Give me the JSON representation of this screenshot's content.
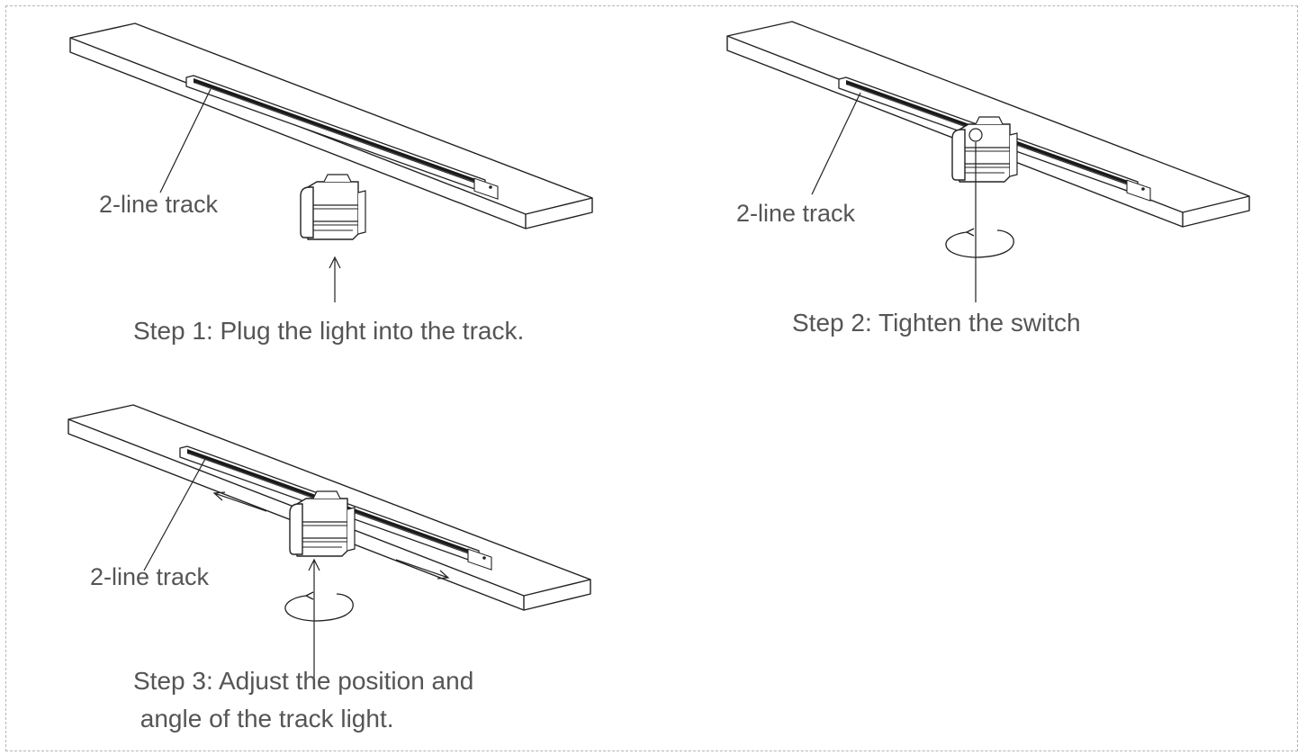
{
  "steps": [
    {
      "track_label": "2-line track",
      "caption_lines": [
        "Step 1: Plug the light into the track."
      ]
    },
    {
      "track_label": "2-line track",
      "caption_lines": [
        "Step 2: Tighten the switch"
      ]
    },
    {
      "track_label": "2-line track",
      "caption_lines": [
        "Step 3: Adjust the position and",
        " angle of the track light."
      ]
    }
  ],
  "colors": {
    "line": "#222222",
    "text": "#555555",
    "frame": "#b5b5b5",
    "track_fill": "#1a1a1a"
  }
}
